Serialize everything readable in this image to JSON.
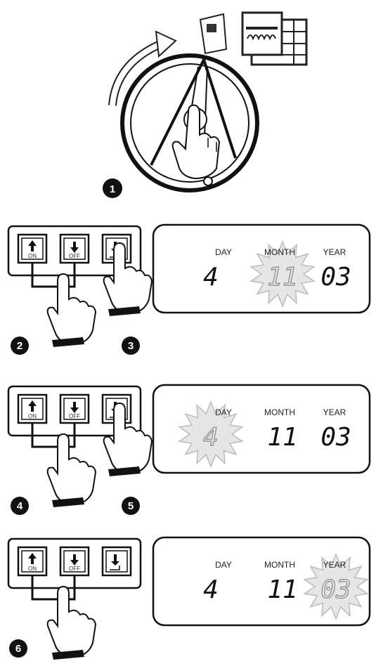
{
  "dial": {
    "step": "1",
    "icon": "calendar-icon"
  },
  "panels": [
    {
      "buttons": [
        {
          "label": "ON",
          "icon": "arrow-up-icon"
        },
        {
          "label": "OFF",
          "icon": "arrow-down-icon"
        },
        {
          "label": "",
          "icon": "enter-icon"
        }
      ],
      "display": {
        "day_label": "DAY",
        "month_label": "MONTH",
        "year_label": "YEAR",
        "day": "4",
        "month": "11",
        "year": "03",
        "flashing": "month"
      },
      "steps": [
        "2",
        "3"
      ]
    },
    {
      "buttons": [
        {
          "label": "ON",
          "icon": "arrow-up-icon"
        },
        {
          "label": "OFF",
          "icon": "arrow-down-icon"
        },
        {
          "label": "",
          "icon": "enter-icon"
        }
      ],
      "display": {
        "day_label": "DAY",
        "month_label": "MONTH",
        "year_label": "YEAR",
        "day": "4",
        "month": "11",
        "year": "03",
        "flashing": "day"
      },
      "steps": [
        "4",
        "5"
      ]
    },
    {
      "buttons": [
        {
          "label": "ON",
          "icon": "arrow-up-icon"
        },
        {
          "label": "OFF",
          "icon": "arrow-down-icon"
        },
        {
          "label": "",
          "icon": "enter-icon"
        }
      ],
      "display": {
        "day_label": "DAY",
        "month_label": "MONTH",
        "year_label": "YEAR",
        "day": "4",
        "month": "11",
        "year": "03",
        "flashing": "year"
      },
      "steps": [
        "6"
      ]
    }
  ]
}
